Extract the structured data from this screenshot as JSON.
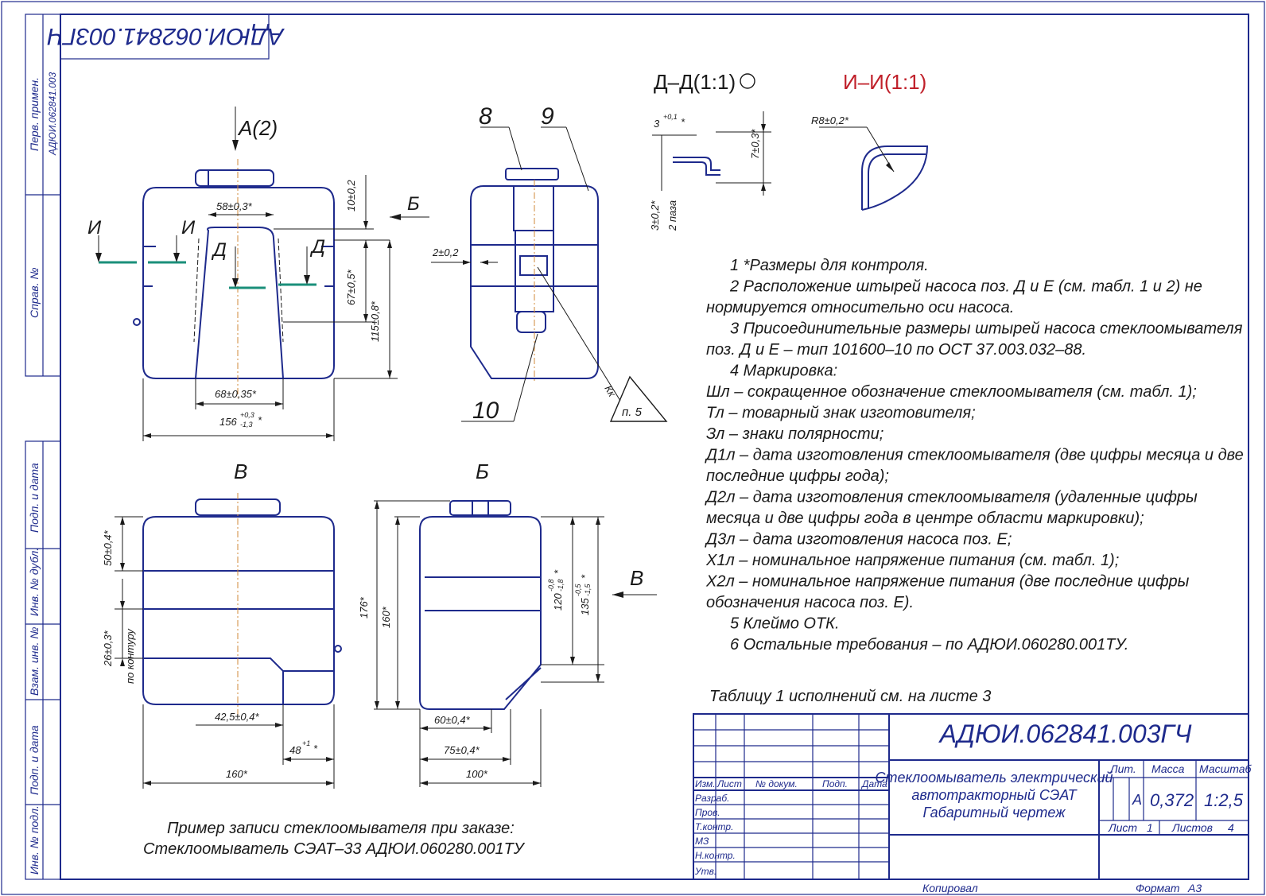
{
  "frame": {
    "stamp_rotated": "АДЮИ.062841.003ГЧ",
    "left_strip": {
      "perv_primen": "Перв. примен.",
      "perv_primen_value": "АДЮИ.062841.003",
      "sprav": "Справ. №",
      "podp_data_1": "Подп. и дата",
      "inv_dubl": "Инв. № дубл.",
      "vzam_inv": "Взам. инв. №",
      "podp_data_2": "Подп. и дата",
      "inv_podl": "Инв. № подл."
    },
    "bottom": {
      "kopiroval": "Копировал",
      "format_label": "Формат",
      "format_value": "А3"
    }
  },
  "views": {
    "a2": "А(2)",
    "b_arrow": "Б",
    "i_left": "И",
    "i_right": "И",
    "d_left": "Д",
    "d_right": "Д",
    "view_v": "В",
    "view_b": "Б",
    "v_arrow": "В",
    "section_dd": "Д–Д(1:1)",
    "section_ii": "И–И(1:1)",
    "pos8": "8",
    "pos9": "9",
    "pos10": "10",
    "kk": "Кк",
    "p5": "п. 5"
  },
  "dims": {
    "d58": "58±0,3*",
    "d10": "10±0,2",
    "d67": "67±0,5*",
    "d115": "115±0,8*",
    "d68": "68±0,35*",
    "d156": "156",
    "d156_tol_up": "+0,3",
    "d156_tol_dn": "-1,3",
    "d156_star": "*",
    "d2": "2±0,2",
    "d3": "3",
    "d3_tol": "+0,1",
    "d3_star": "*",
    "d7": "7±0,3*",
    "d3b": "3±0,2*",
    "d2paza": "2 паза",
    "r8": "R8±0,2*",
    "d50": "50±0,4*",
    "d26": "26±0,3*",
    "po_konturu": "по контуру",
    "d42": "42,5±0,4*",
    "d48": "48",
    "d48_tol": "+1",
    "d48_star": "*",
    "d160a": "160*",
    "d176": "176*",
    "d160b": "160*",
    "d120": "120",
    "d120_tol_up": "-0,8",
    "d120_tol_dn": "-1,8",
    "d120_star": "*",
    "d135": "135",
    "d135_tol_up": "-0,5",
    "d135_tol_dn": "-1,5",
    "d135_star": "*",
    "d60": "60±0,4*",
    "d75": "75±0,4*",
    "d100": "100*"
  },
  "notes": [
    "1 *Размеры для контроля.",
    "2 Расположение штырей насоса поз. Д и Е (см. табл. 1 и 2) не",
    "нормируется относительно оси насоса.",
    "3 Присоединительные размеры штырей насоса стеклоомывателя",
    "поз. Д и Е – тип 101600–10 по ОСТ 37.003.032–88.",
    "4 Маркировка:",
    "Шл – сокращенное обозначение стеклоомывателя (см. табл. 1);",
    "Тл – товарный знак изготовителя;",
    "Зл – знаки полярности;",
    "Д1л – дата изготовления стеклоомывателя (две цифры месяца и две",
    "последние цифры года);",
    "Д2л – дата изготовления стеклоомывателя (удаленные цифры",
    "месяца и две цифры года в центре области маркировки);",
    "Д3л – дата изготовления насоса поз. Е;",
    "Х1л – номинальное напряжение питания (см. табл. 1);",
    "Х2л – номинальное напряжение питания (две последние цифры",
    "обозначения насоса поз. Е).",
    "5 Клеймо ОТК.",
    "6 Остальные требования – по АДЮИ.060280.001ТУ."
  ],
  "table_note": "Таблицу 1 исполнений см. на листе 3",
  "order_example": {
    "line1": "Пример записи стеклоомывателя при заказе:",
    "line2": "Стеклоомыватель СЭАТ–33 АДЮИ.060280.001ТУ"
  },
  "title_block": {
    "designation": "АДЮИ.062841.003ГЧ",
    "name_line1": "Стеклоомыватель электрический",
    "name_line2": "автотракторный СЭАТ",
    "name_line3": "Габаритный чертеж",
    "col_izm": "Изм.",
    "col_list": "Лист",
    "col_dokum": "№ докум.",
    "col_podp": "Подп.",
    "col_data": "Дата",
    "row_razrab": "Разраб.",
    "row_prov": "Пров.",
    "row_tkontr": "Т.контр.",
    "row_mz": "МЗ",
    "row_nkontr": "Н.контр.",
    "row_utv": "Утв.",
    "lit": "Лит.",
    "massa": "Масса",
    "masshtab": "Масштаб",
    "lit_value": "А",
    "massa_value": "0,372",
    "masshtab_value": "1:2,5",
    "list_label": "Лист",
    "list_value": "1",
    "listov_label": "Листов",
    "listov_value": "4"
  }
}
